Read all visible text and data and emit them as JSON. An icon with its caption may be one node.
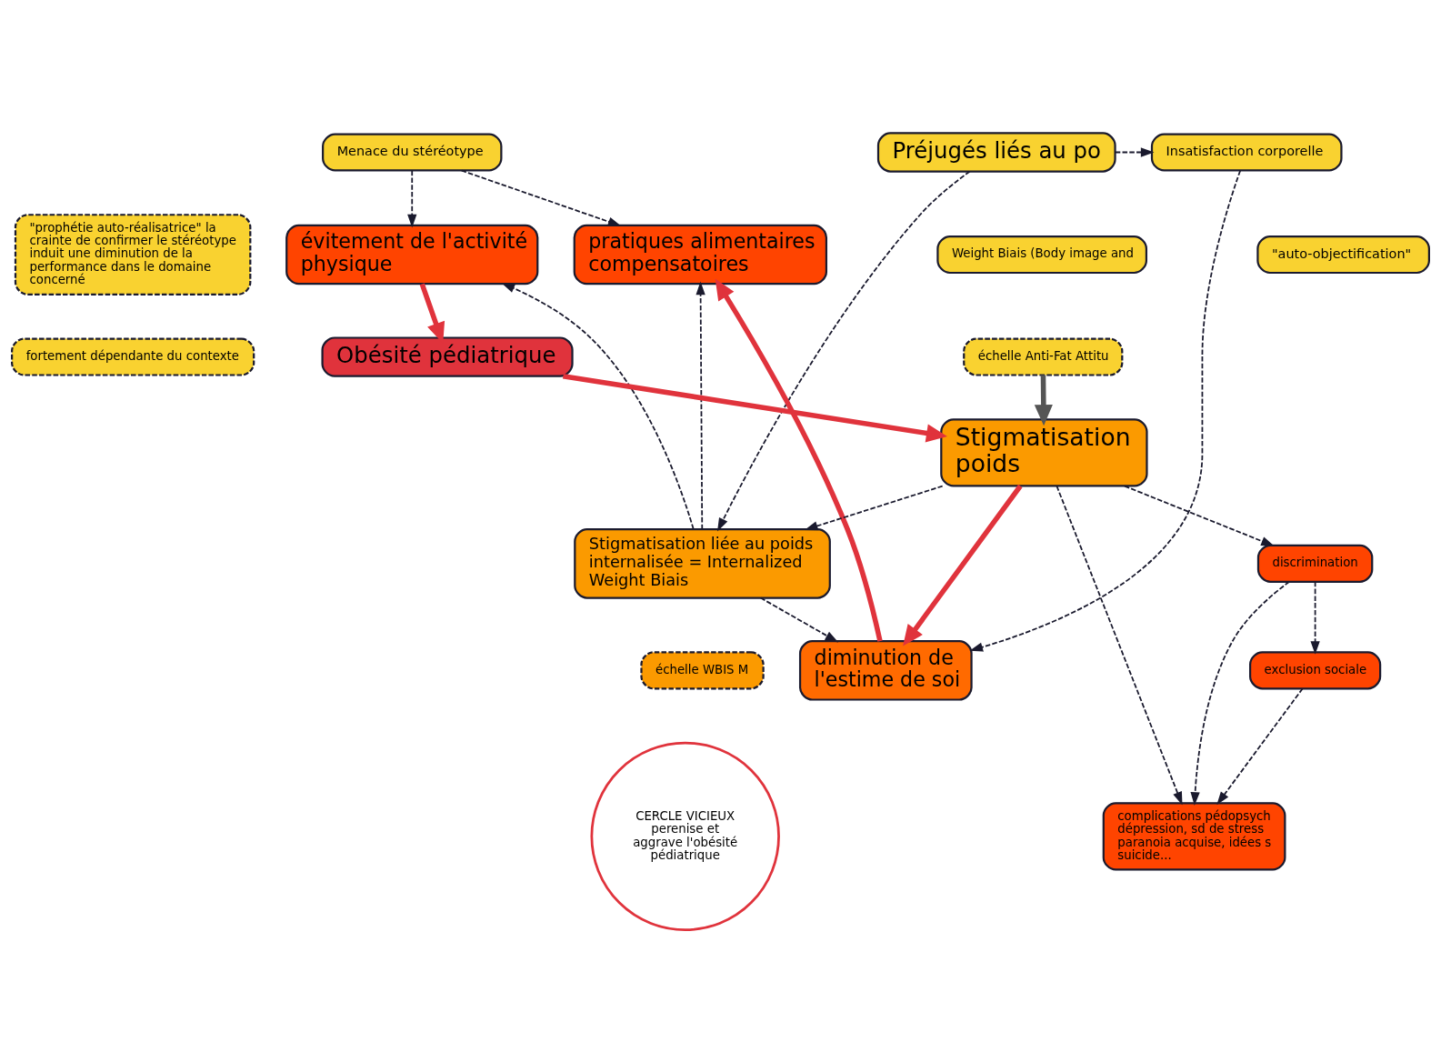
{
  "diagram": {
    "nodes": [
      {
        "text": [
          "Menace du stéréotype"
        ]
      },
      {
        "text": [
          "\"prophétie auto-réalisatrice\" la crainte de confirmer le stéréotype induit une diminution de la performance dans le domaine concerné"
        ]
      },
      {
        "text": [
          "fortement dépendante du contexte"
        ]
      },
      {
        "text": [
          "Insatisfaction corporelle"
        ]
      },
      {
        "text": [
          "\"auto-objectification\""
        ]
      },
      {
        "text": [
          "Préjugés liés au po"
        ]
      },
      {
        "text": [
          "Weight Biais (Body image and"
        ]
      },
      {
        "text": [
          "échelle Anti-Fat Attitu"
        ]
      },
      {
        "text": [
          "Stigmatisation liée au poids internalisée = Internalized Weight Biais"
        ]
      },
      {
        "text": [
          "échelle WBIS M"
        ]
      },
      {
        "text": [
          "diminution de l'estime de soi"
        ]
      },
      {
        "text": [
          "Stigmatisation poids"
        ]
      },
      {
        "text": [
          "pratiques alimentaires compensatoires"
        ]
      },
      {
        "text": [
          "évitement de l'activité physique"
        ]
      },
      {
        "text": [
          "CERCLE VICIEUX perenise et aggrave l'obésité pédiatrique"
        ]
      },
      {
        "text": [
          "Obésité pédiatrique"
        ]
      },
      {
        "text": [
          "discrimination"
        ]
      },
      {
        "text": [
          "exclusion sociale"
        ]
      },
      {
        "text": [
          "complications pédopsych dépression, sd de stress paranoia acquise, idées s suicide..."
        ]
      }
    ],
    "edges": [
      {
        "from": 5,
        "to": 3,
        "arrow": "to",
        "style": "dashed"
      },
      {
        "from": 5,
        "to": 8,
        "arrow": "to",
        "style": "dashed"
      },
      {
        "from": 7,
        "to": 11,
        "arrow": "to",
        "style": "thick",
        "color": "#555555"
      },
      {
        "from": 11,
        "to": 8,
        "arrow": "to",
        "style": "dashed"
      },
      {
        "from": 0,
        "to": 12,
        "arrow": "to",
        "style": "dashed"
      },
      {
        "from": 0,
        "to": 13,
        "arrow": "to",
        "style": "dashed"
      },
      {
        "from": 3,
        "to": 10,
        "arrow": "to",
        "style": "dashed"
      },
      {
        "from": 8,
        "to": 10,
        "arrow": "to",
        "style": "dashed"
      },
      {
        "from": 8,
        "to": 12,
        "arrow": "to",
        "style": "dashed"
      },
      {
        "from": 8,
        "to": 13,
        "arrow": "to",
        "style": "dashed"
      },
      {
        "from": 11,
        "to": 10,
        "arrow": "to",
        "style": "thick",
        "color": "#e0333c"
      },
      {
        "from": 10,
        "to": 12,
        "arrow": "to",
        "style": "thick",
        "color": "#e0333c"
      },
      {
        "from": 13,
        "to": 15,
        "arrow": "to",
        "style": "thick",
        "color": "#e0333c"
      },
      {
        "from": 15,
        "to": 11,
        "arrow": "to",
        "style": "thick",
        "color": "#e0333c"
      },
      {
        "from": 11,
        "to": 16,
        "arrow": "to",
        "style": "dashed"
      },
      {
        "from": 11,
        "to": 18,
        "arrow": "to",
        "style": "dashed"
      },
      {
        "from": 16,
        "to": 17,
        "arrow": "to",
        "style": "dashed"
      },
      {
        "from": 16,
        "to": 18,
        "arrow": "to",
        "style": "dashed"
      },
      {
        "from": 17,
        "to": 18,
        "arrow": "to",
        "style": "dashed"
      }
    ]
  }
}
